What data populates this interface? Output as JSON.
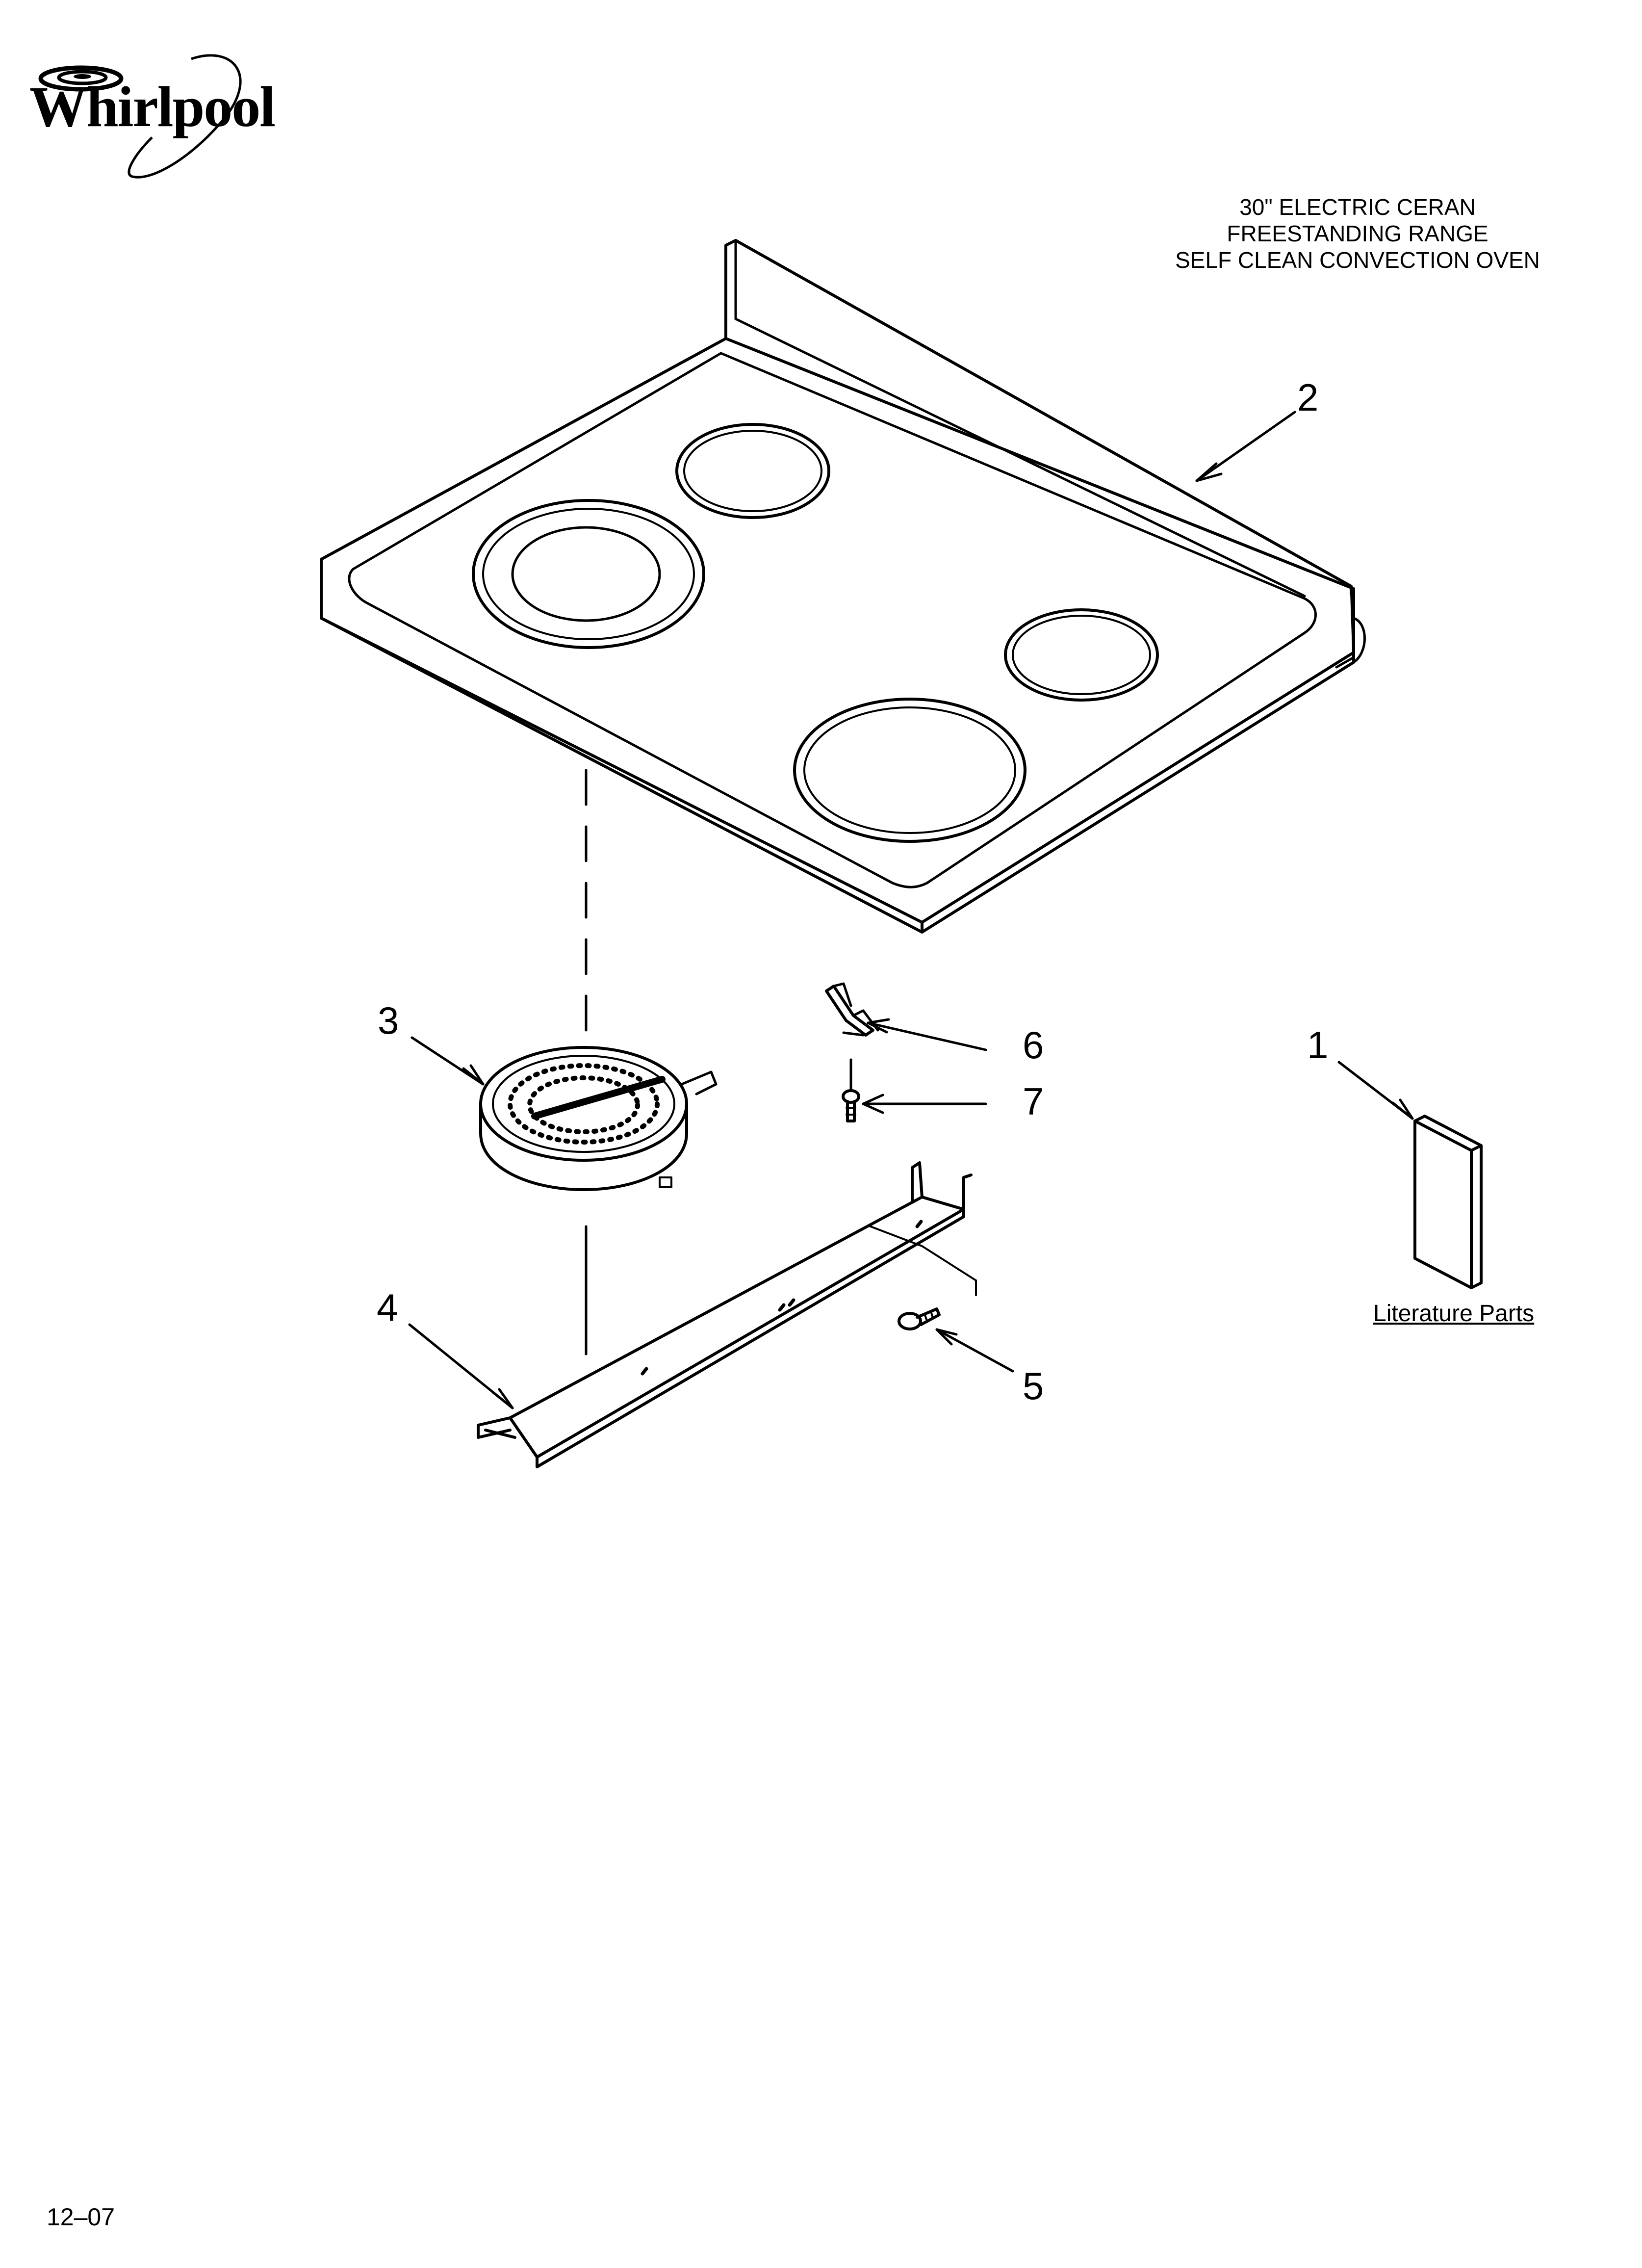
{
  "brand": {
    "name": "Whirlpool"
  },
  "title_lines": [
    "30\" ELECTRIC CERAN",
    "FREESTANDING RANGE",
    "SELF CLEAN CONVECTION OVEN"
  ],
  "callouts": {
    "c1": "1",
    "c2": "2",
    "c3": "3",
    "c4": "4",
    "c5": "5",
    "c6": "6",
    "c7": "7"
  },
  "literature_label": "Literature Parts",
  "date_code": "12–07",
  "colors": {
    "line": "#000000",
    "background": "#ffffff"
  }
}
